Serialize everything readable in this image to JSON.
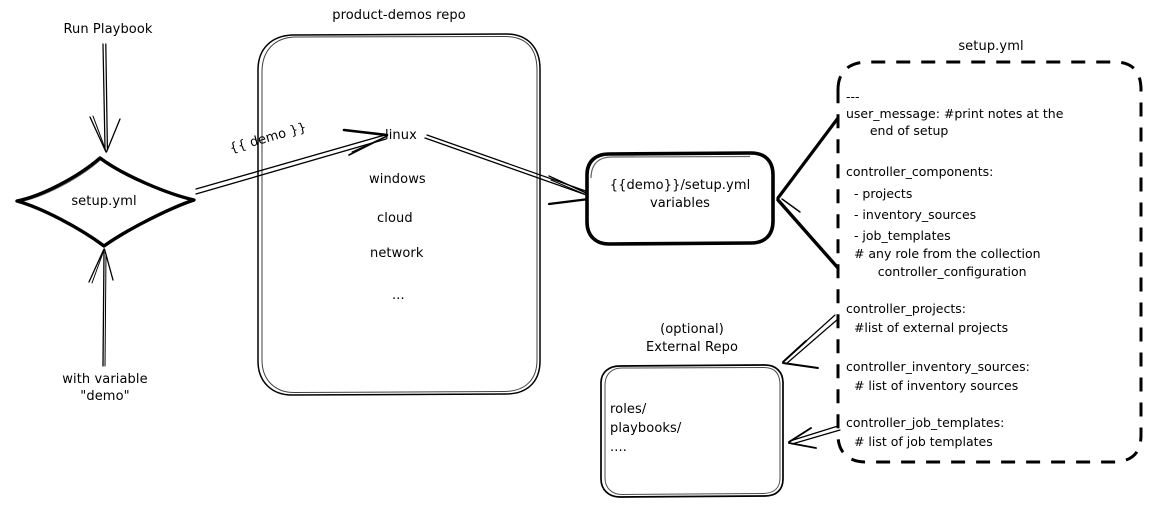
{
  "diagram": {
    "title": "Ansible product-demos setup.yml flow",
    "background_color": "#ffffff",
    "stroke_color": "#000000",
    "style": "hand-drawn"
  },
  "labels": {
    "run_playbook": "Run Playbook",
    "with_variable": "with variable\n\"demo\"",
    "demo_var_on_arrow": "{{ demo }}",
    "repo_title": "product-demos repo",
    "external_repo_title": "(optional)\nExternal Repo",
    "setup_yml_file_title": "setup.yml"
  },
  "nodes": {
    "diamond": {
      "name": "setup.yml",
      "label": "setup.yml",
      "shape": "diamond"
    },
    "repo_box": {
      "title": "product-demos repo",
      "shape": "rounded-rect",
      "items": [
        "linux",
        "windows",
        "cloud",
        "network",
        "..."
      ]
    },
    "variables_box": {
      "shape": "rounded-rect-bold",
      "lines": [
        "{{demo}}/setup.yml",
        "variables"
      ]
    },
    "external_repo_box": {
      "title_lines": [
        "(optional)",
        "External Repo"
      ],
      "shape": "rounded-rect",
      "lines": [
        "roles/",
        "playbooks/",
        "...."
      ]
    },
    "setup_yml_file": {
      "title": "setup.yml",
      "shape": "dashed-rounded-rect",
      "lines": [
        "---",
        "user_message: #print notes at the",
        "      end of setup",
        "",
        "controller_components:",
        "  - projects",
        "  - inventory_sources",
        "  - job_templates",
        "  # any role from the collection",
        "        controller_configuration",
        "",
        "controller_projects:",
        "  #list of external projects",
        "",
        "controller_inventory_sources:",
        "  # list of inventory sources",
        "",
        "controller_job_templates:",
        "  # list of job templates"
      ]
    }
  },
  "edges": [
    {
      "name": "run-playbook-to-diamond",
      "from": "Run Playbook",
      "to": "setup.yml",
      "label": "",
      "arrow": "down"
    },
    {
      "name": "with-variable-to-diamond",
      "from": "with variable \"demo\"",
      "to": "setup.yml",
      "label": "",
      "arrow": "up"
    },
    {
      "name": "diamond-to-linux",
      "from": "setup.yml",
      "to": "linux",
      "label": "{{ demo }}",
      "arrow": "right"
    },
    {
      "name": "linux-to-variables",
      "from": "linux",
      "to": "{{demo}}/setup.yml variables",
      "label": "",
      "arrow": "right"
    },
    {
      "name": "setupyml-top-to-variables",
      "from": "setup.yml file",
      "to": "{{demo}}/setup.yml variables",
      "label": "",
      "arrow": "left"
    },
    {
      "name": "setupyml-bottom-to-variables",
      "from": "setup.yml file",
      "to": "{{demo}}/setup.yml variables",
      "label": "",
      "arrow": "left"
    },
    {
      "name": "controller-projects-to-external-repo",
      "from": "controller_projects",
      "to": "External Repo",
      "label": "",
      "arrow": "left"
    },
    {
      "name": "controller-job-templates-to-external-repo",
      "from": "controller_job_templates",
      "to": "External Repo",
      "label": "",
      "arrow": "left"
    }
  ]
}
